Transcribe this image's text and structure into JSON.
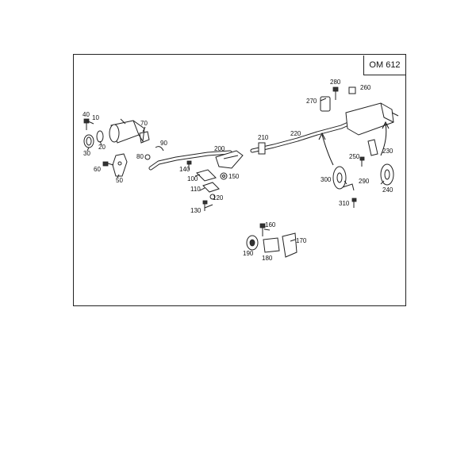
{
  "diagram": {
    "engine_code": "OM 612",
    "callouts": [
      "10",
      "20",
      "30",
      "40",
      "50",
      "60",
      "70",
      "80",
      "90",
      "100",
      "110",
      "120",
      "130",
      "140",
      "150",
      "160",
      "170",
      "180",
      "190",
      "200",
      "210",
      "220",
      "230",
      "240",
      "250",
      "260",
      "270",
      "280",
      "290",
      "300",
      "310"
    ]
  }
}
